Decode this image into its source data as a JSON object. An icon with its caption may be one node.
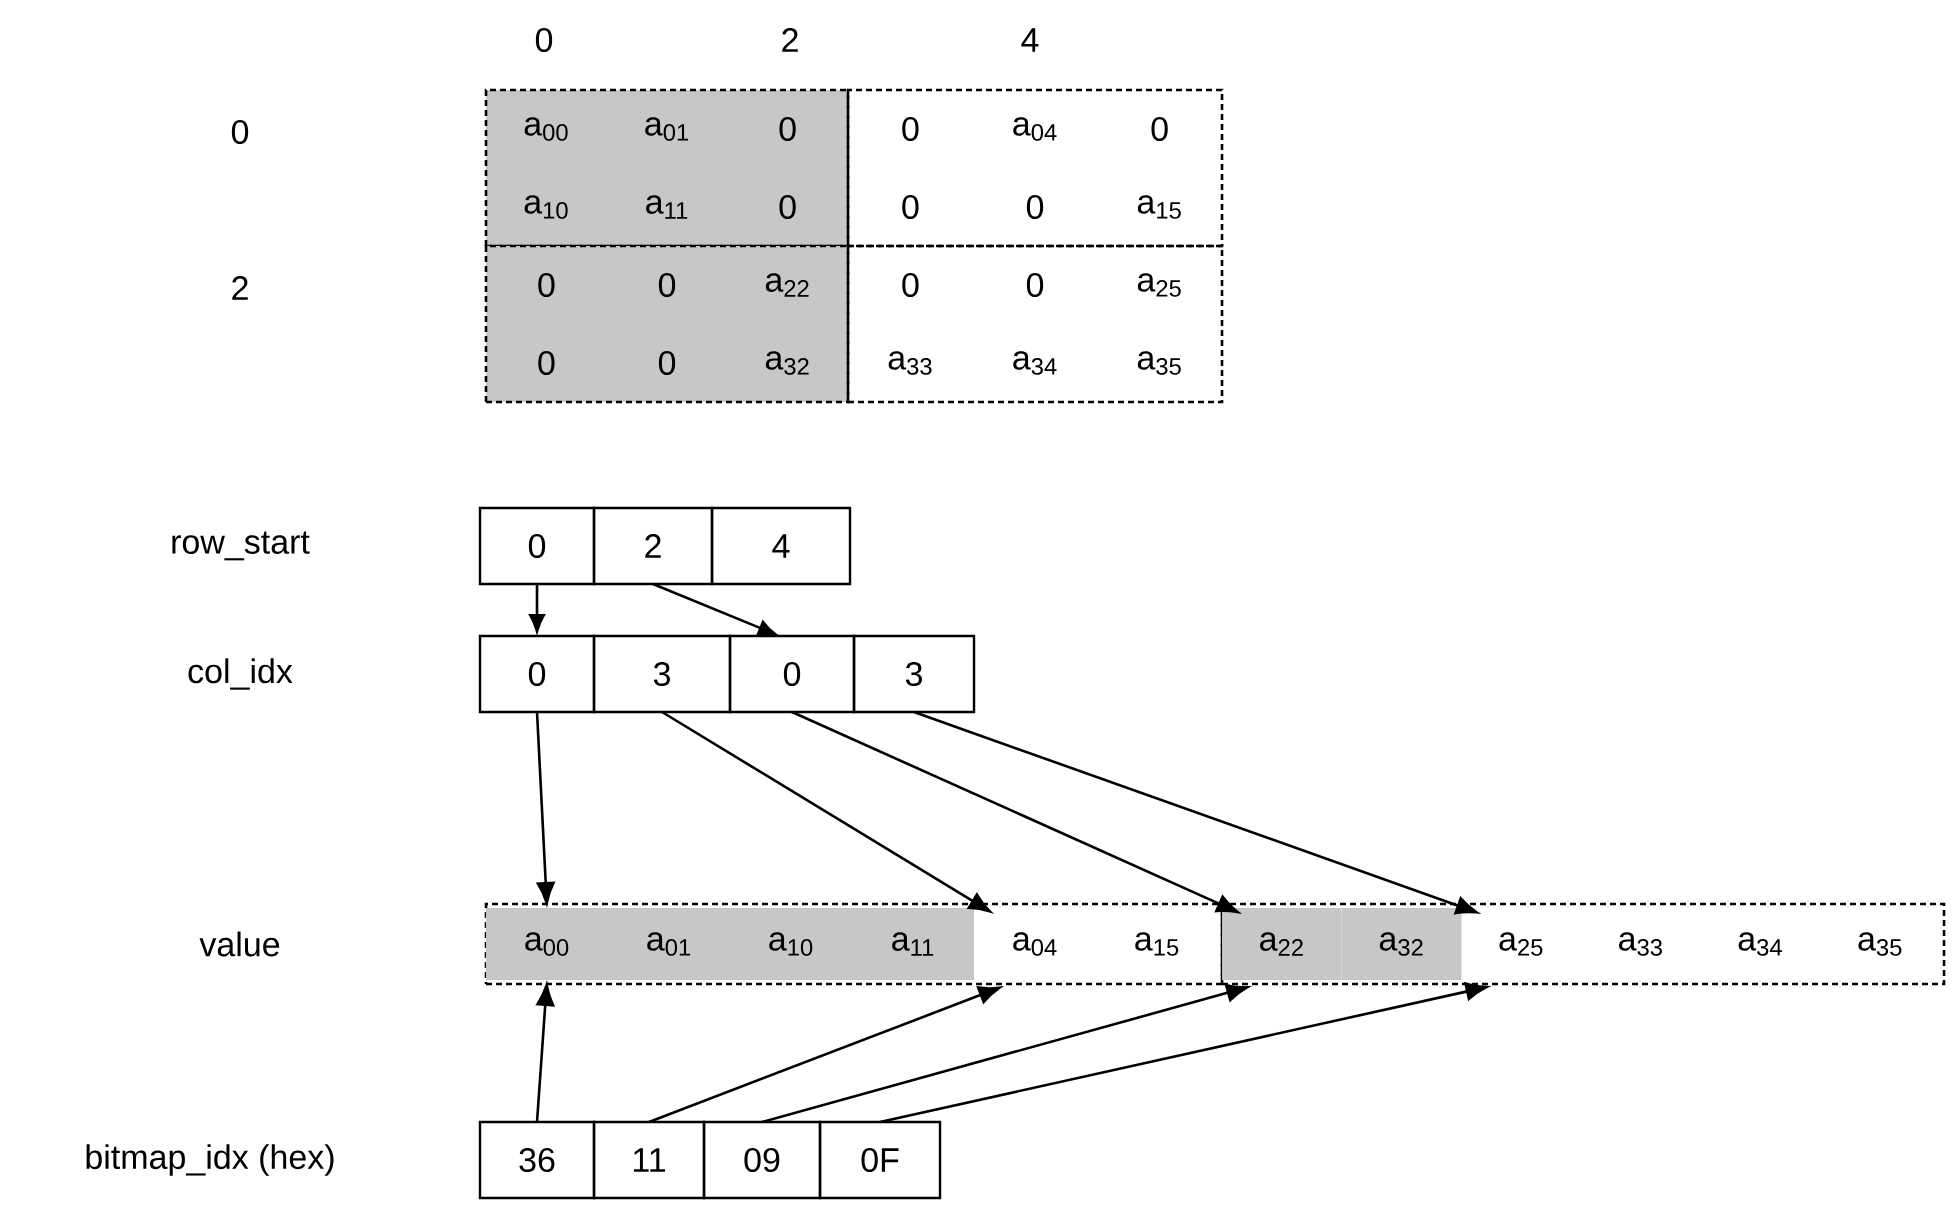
{
  "diagram": {
    "nodes": [
      {
        "text": [
          "a$_{00}$",
          "a$_{01}$",
          "0",
          "a$_{10}$",
          "a$_{11}$",
          "0"
        ]
      },
      {
        "text": [
          "0",
          "a$_{04}$",
          "0",
          "0",
          "0",
          "a$_{15}$"
        ]
      },
      {
        "text": [
          "0",
          "0",
          "a$_{22}$",
          "0",
          "0",
          "a$_{32}$"
        ]
      },
      {
        "text": [
          "0",
          "0",
          "a$_{25}$",
          "a$_{33}$",
          "a$_{34}$",
          "a$_{35}$"
        ]
      },
      {
        "text": [
          "0"
        ]
      },
      {
        "text": [
          "2"
        ]
      },
      {
        "text": [
          "4"
        ]
      },
      {
        "text": [
          "0"
        ]
      },
      {
        "text": [
          "3"
        ]
      },
      {
        "text": [
          "0"
        ]
      },
      {
        "text": [
          "3"
        ]
      },
      {
        "text": [],
        "shape": "box"
      },
      {
        "text": [
          "a$_{00}$"
        ],
        "in": 11
      },
      {
        "text": [
          "a$_{01}$"
        ],
        "in": 11
      },
      {
        "text": [
          "a$_{10}$"
        ],
        "in": 11
      },
      {
        "text": [
          "a$_{11}$"
        ],
        "in": 11
      },
      {
        "text": [
          "a$_{04}$"
        ],
        "in": 11
      },
      {
        "text": [
          "a$_{15}$"
        ],
        "in": 11
      },
      {
        "text": [],
        "shape": "box"
      },
      {
        "text": [
          "a$_{22}$"
        ],
        "in": 18
      },
      {
        "text": [
          "a$_{32}$"
        ],
        "in": 18
      },
      {
        "text": [
          "a$_{25}$"
        ],
        "in": 18
      },
      {
        "text": [
          "a$_{33}$"
        ],
        "in": 18
      },
      {
        "text": [
          "a$_{34}$"
        ],
        "in": 18
      },
      {
        "text": [
          "a$_{35}$"
        ],
        "in": 18
      },
      {
        "text": [
          "36"
        ]
      },
      {
        "text": [
          "11"
        ]
      },
      {
        "text": [
          "09"
        ]
      },
      {
        "text": [
          "0F"
        ]
      }
    ],
    "edges": [
      {
        "from": 4,
        "to": 7,
        "arrow": "to"
      },
      {
        "from": 5,
        "to": 9,
        "arrow": "to"
      },
      {
        "from": 7,
        "to": 12,
        "arrow": "to"
      },
      {
        "from": 8,
        "to": 16,
        "arrow": "to"
      },
      {
        "from": 9,
        "to": 19,
        "arrow": "to"
      },
      {
        "from": 10,
        "to": 21,
        "arrow": "to"
      },
      {
        "from": 25,
        "to": 12,
        "arrow": "to"
      },
      {
        "from": 26,
        "to": 16,
        "arrow": "to"
      },
      {
        "from": 27,
        "to": 19,
        "arrow": "to"
      },
      {
        "from": 28,
        "to": 21,
        "arrow": "to"
      }
    ],
    "labels": [
      "0",
      "2",
      "4",
      "0",
      "2",
      "row_start",
      "col_idx",
      "value",
      "bitmap_idx (hex)"
    ]
  }
}
